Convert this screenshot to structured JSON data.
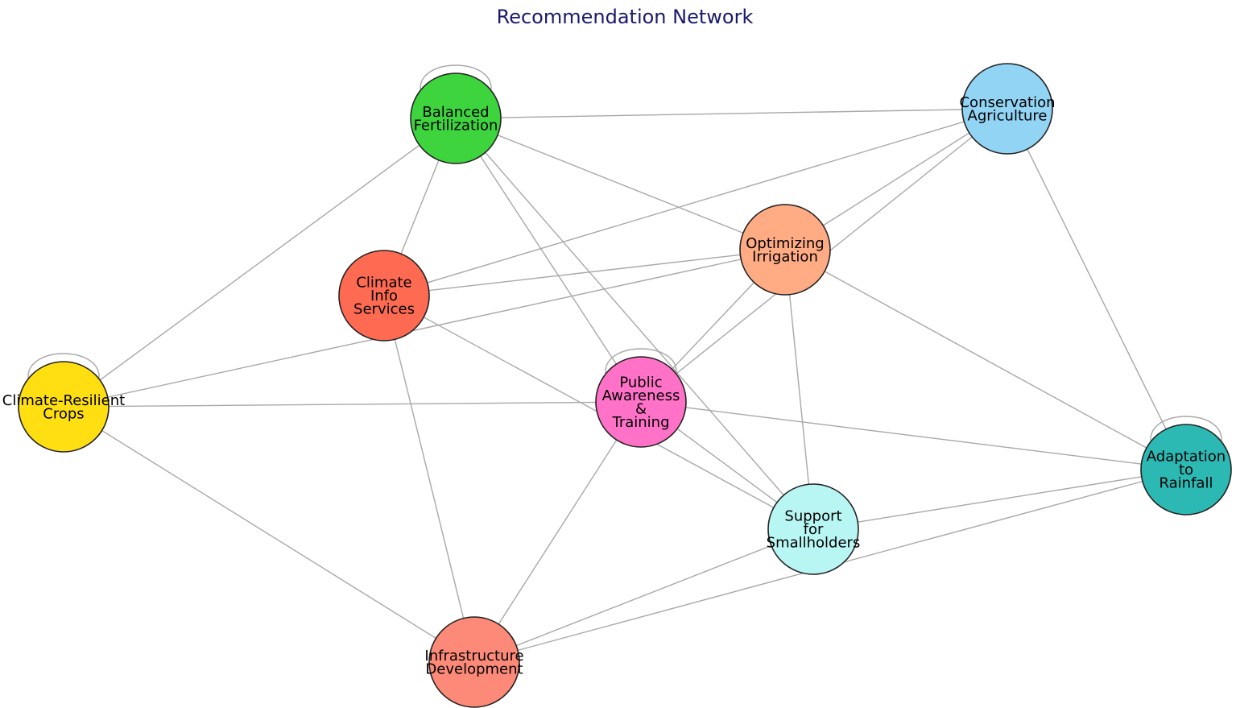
{
  "title": "Recommendation Network",
  "nodes": [
    {
      "id": "balanced",
      "label": [
        "Balanced",
        "Fertilization"
      ],
      "color": "#3ed43e",
      "self_loop": true
    },
    {
      "id": "conservation",
      "label": [
        "Conservation",
        "Agriculture"
      ],
      "color": "#92d4f4",
      "self_loop": false
    },
    {
      "id": "irrigation",
      "label": [
        "Optimizing",
        "Irrigation"
      ],
      "color": "#ffab84",
      "self_loop": false
    },
    {
      "id": "climate_info",
      "label": [
        "Climate",
        "Info",
        "Services"
      ],
      "color": "#ff6b52",
      "self_loop": false
    },
    {
      "id": "crops",
      "label": [
        "Climate-Resilient",
        "Crops"
      ],
      "color": "#ffdf12",
      "self_loop": true
    },
    {
      "id": "public",
      "label": [
        "Public",
        "Awareness",
        "&",
        "Training"
      ],
      "color": "#ff72c8",
      "self_loop": true
    },
    {
      "id": "adaptation",
      "label": [
        "Adaptation",
        "to",
        "Rainfall"
      ],
      "color": "#2db9b3",
      "self_loop": true
    },
    {
      "id": "smallholders",
      "label": [
        "Support",
        "for",
        "Smallholders"
      ],
      "color": "#b8f6f4",
      "self_loop": false
    },
    {
      "id": "infrastructure",
      "label": [
        "Infrastructure",
        "Development"
      ],
      "color": "#fd8a78",
      "self_loop": false
    }
  ],
  "edges": [
    [
      "balanced",
      "conservation"
    ],
    [
      "balanced",
      "irrigation"
    ],
    [
      "balanced",
      "climate_info"
    ],
    [
      "balanced",
      "crops"
    ],
    [
      "balanced",
      "public"
    ],
    [
      "balanced",
      "smallholders"
    ],
    [
      "conservation",
      "climate_info"
    ],
    [
      "conservation",
      "irrigation"
    ],
    [
      "conservation",
      "public"
    ],
    [
      "conservation",
      "adaptation"
    ],
    [
      "irrigation",
      "climate_info"
    ],
    [
      "irrigation",
      "crops"
    ],
    [
      "irrigation",
      "public"
    ],
    [
      "irrigation",
      "smallholders"
    ],
    [
      "irrigation",
      "adaptation"
    ],
    [
      "climate_info",
      "smallholders"
    ],
    [
      "climate_info",
      "infrastructure"
    ],
    [
      "crops",
      "public"
    ],
    [
      "crops",
      "infrastructure"
    ],
    [
      "public",
      "smallholders"
    ],
    [
      "public",
      "adaptation"
    ],
    [
      "public",
      "infrastructure"
    ],
    [
      "smallholders",
      "adaptation"
    ],
    [
      "smallholders",
      "infrastructure"
    ],
    [
      "adaptation",
      "infrastructure"
    ]
  ]
}
